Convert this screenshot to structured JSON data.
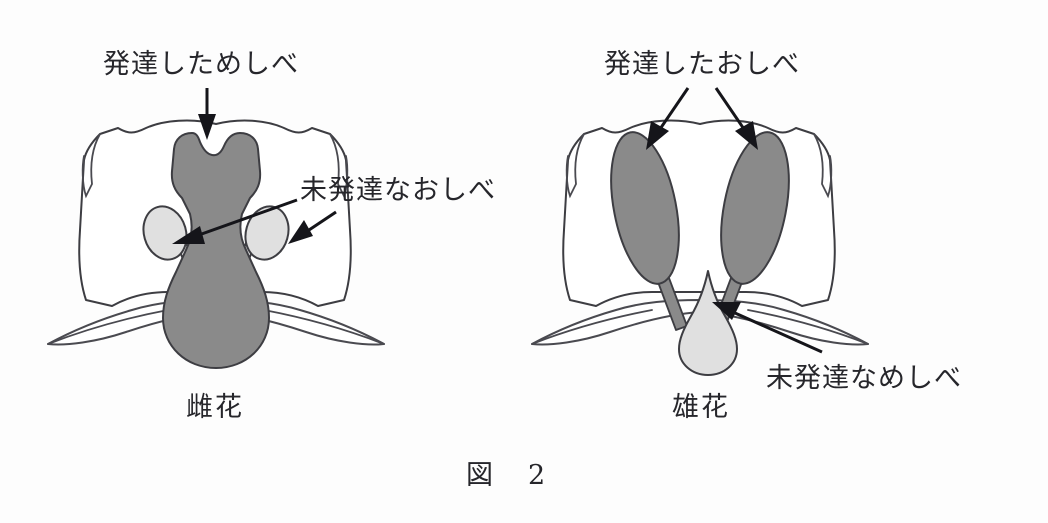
{
  "figure": {
    "caption_label": "図",
    "caption_number": "2",
    "caption_full": "図　2"
  },
  "colors": {
    "background": "#fdfdfd",
    "outline": "#3d3d42",
    "organ_developed": "#8a8a8a",
    "organ_undeveloped": "#e0e0e0",
    "petal_fill": "#ffffff",
    "text": "#26262b",
    "leader_line": "#15151a"
  },
  "diagrams": [
    {
      "id": "female-flower",
      "caption": "雌花",
      "caption_reading": "mebana (female flower)",
      "labels": [
        {
          "id": "developed-pistil",
          "text": "発達しためしべ",
          "reading": "hattatsu shita meshibe (developed pistil)",
          "target": "pistil",
          "arrow_count": 1
        },
        {
          "id": "undeveloped-stamen",
          "text": "未発達なおしべ",
          "reading": "mihattatsu na oshibe (undeveloped stamen)",
          "target": "stamens",
          "arrow_count": 2
        }
      ],
      "parts": [
        {
          "id": "pistil",
          "name": "めしべ",
          "state": "developed",
          "shade": "dark",
          "count": 1
        },
        {
          "id": "stamens",
          "name": "おしべ",
          "state": "undeveloped",
          "shade": "light",
          "count": 2
        },
        {
          "id": "petals",
          "name": "花びら",
          "state": "normal",
          "shade": "white",
          "count": 1
        },
        {
          "id": "sepals",
          "name": "がく",
          "state": "normal",
          "shade": "white",
          "count": 2
        }
      ]
    },
    {
      "id": "male-flower",
      "caption": "雄花",
      "caption_reading": "obana (male flower)",
      "labels": [
        {
          "id": "developed-stamen",
          "text": "発達したおしべ",
          "reading": "hattatsu shita oshibe (developed stamen)",
          "target": "stamens",
          "arrow_count": 2
        },
        {
          "id": "undeveloped-pistil",
          "text": "未発達なめしべ",
          "reading": "mihattatsu na meshibe (undeveloped pistil)",
          "target": "pistil",
          "arrow_count": 1
        }
      ],
      "parts": [
        {
          "id": "stamens",
          "name": "おしべ",
          "state": "developed",
          "shade": "dark",
          "count": 2
        },
        {
          "id": "pistil",
          "name": "めしべ",
          "state": "undeveloped",
          "shade": "light",
          "count": 1
        },
        {
          "id": "petals",
          "name": "花びら",
          "state": "normal",
          "shade": "white",
          "count": 1
        },
        {
          "id": "sepals",
          "name": "がく",
          "state": "normal",
          "shade": "white",
          "count": 2
        }
      ]
    }
  ]
}
